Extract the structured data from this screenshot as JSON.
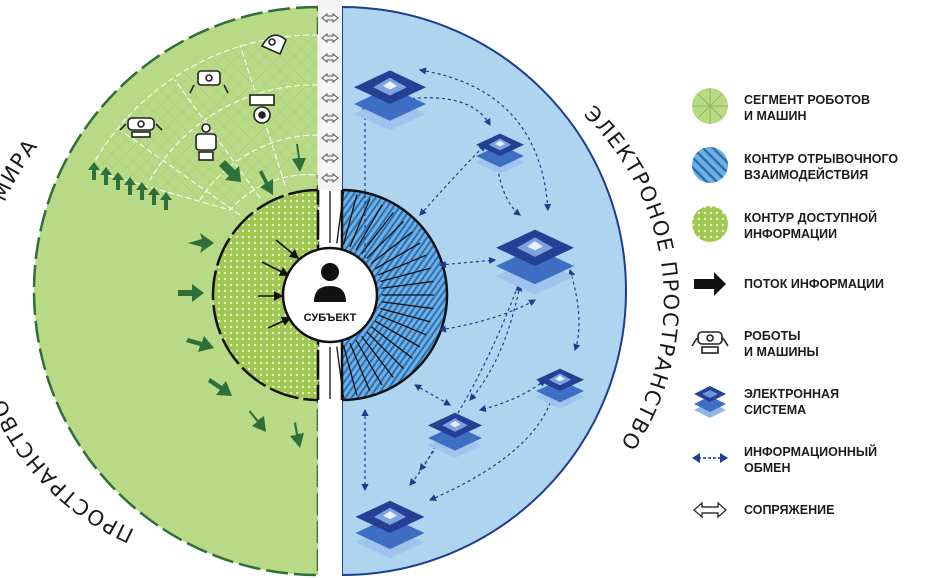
{
  "center_label": "СУБЪЕКТ",
  "left_title": "ПРОСТРАНСТВО ФИЗИЧЕСКОГО МИРА",
  "right_title": "ЭЛЕКТРОНОЕ ПРОСТРАНСТВО",
  "legend": [
    {
      "label": "СЕГМЕНТ РОБОТОВ\nИ МАШИН",
      "icon": "hatched-green-circle"
    },
    {
      "label": "КОНТУР ОТРЫВОЧНОГО\nВЗАИМОДЕЙСТВИЯ",
      "icon": "striped-blue-circle"
    },
    {
      "label": "КОНТУР ДОСТУПНОЙ\nИНФОРМАЦИИ",
      "icon": "dotted-green-circle"
    },
    {
      "label": "ПОТОК ИНФОРМАЦИИ",
      "icon": "black-arrow"
    },
    {
      "label": "РОБОТЫ\nИ МАШИНЫ",
      "icon": "robot-icon"
    },
    {
      "label": "ЭЛЕКТРОННАЯ\nСИСТЕМА",
      "icon": "electronic-system-icon"
    },
    {
      "label": "ИНФОРМАЦИОННЫЙ\nОБМЕН",
      "icon": "dashed-double-arrow"
    },
    {
      "label": "СОПРЯЖЕНИЕ",
      "icon": "double-outline-arrow"
    }
  ],
  "colors": {
    "light_green": "#b8d985",
    "dark_green": "#2e6f3a",
    "light_blue": "#aed4f0",
    "mid_blue": "#4a8fd0",
    "navy": "#1d3d8f",
    "black": "#111111"
  }
}
